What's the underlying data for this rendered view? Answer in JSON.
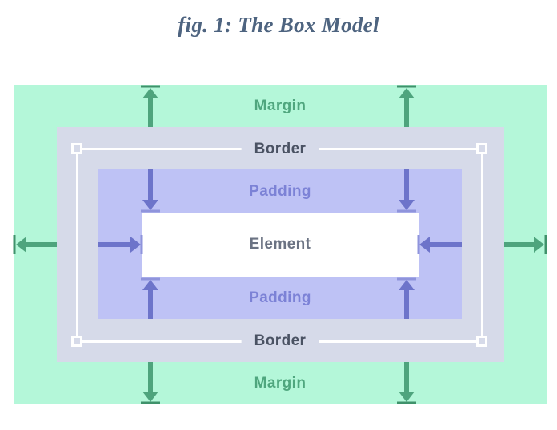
{
  "title": "fig. 1: The Box Model",
  "colors": {
    "page_bg": "#ffffff",
    "title_text": "#4e6480",
    "margin_fill": "#b4f7d9",
    "margin_label": "#4fa67e",
    "green_arrow": "#4ea47d",
    "green_tick": "#3f926b",
    "border_fill": "#d6dae9",
    "border_label": "#4a5263",
    "padding_fill": "#bec2f5",
    "padding_label": "#7c82d6",
    "purple_arrow": "#6d74ca",
    "purple_tick": "#8f94dc",
    "element_fill": "#ffffff",
    "element_label": "#6b7383",
    "handle_stroke": "#ffffff"
  },
  "diagram": {
    "labels": {
      "margin_top": "Margin",
      "border_top": "Border",
      "padding_top": "Padding",
      "element": "Element",
      "padding_bottom": "Padding",
      "border_bottom": "Border",
      "margin_bottom": "Margin"
    }
  }
}
